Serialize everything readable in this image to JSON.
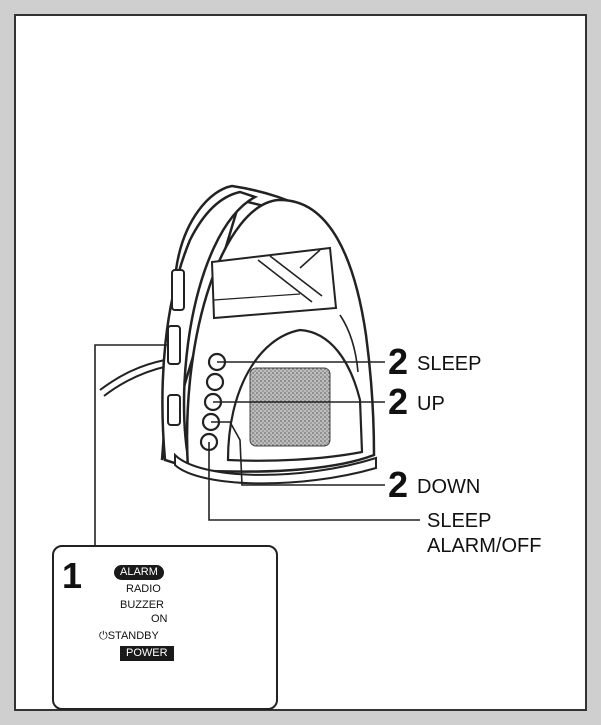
{
  "callouts": {
    "sleep": {
      "num": "2",
      "label": "SLEEP"
    },
    "up": {
      "num": "2",
      "label": "UP"
    },
    "down": {
      "num": "2",
      "label": "DOWN"
    },
    "sleep_alarm_off": {
      "line1": "SLEEP",
      "line2": "ALARM/OFF"
    }
  },
  "inset": {
    "step": "1",
    "alarm_tag": "ALARM",
    "radio": "RADIO",
    "buzzer": "BUZZER",
    "on": "ON",
    "standby": "STANDBY",
    "power_tag": "POWER",
    "standby_icon": "power-icon",
    "arrow_icon": "down-arrow-icon"
  }
}
